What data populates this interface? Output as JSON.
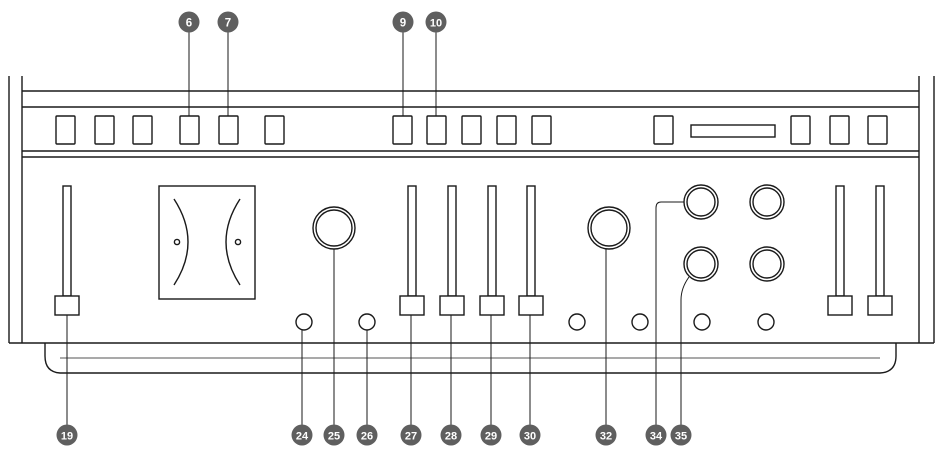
{
  "diagram": {
    "colors": {
      "line": "#1a1a1a",
      "callout_fill": "#5f5f5f",
      "callout_text": "#ffffff",
      "background": "#ffffff"
    },
    "callouts_top": [
      "6",
      "7",
      "9",
      "10"
    ],
    "callouts_bottom": [
      "19",
      "24",
      "25",
      "26",
      "27",
      "28",
      "29",
      "30",
      "32",
      "34",
      "35"
    ]
  }
}
